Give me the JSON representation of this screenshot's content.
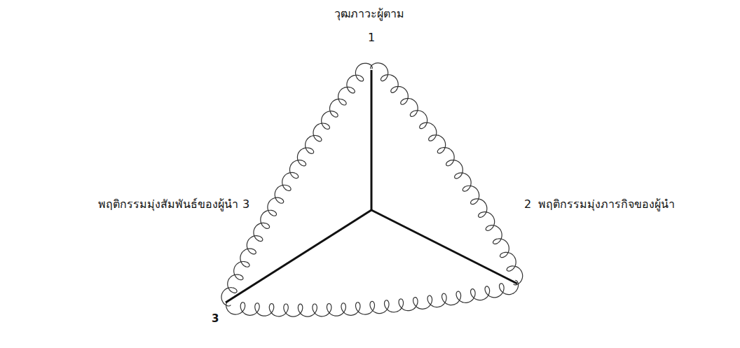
{
  "diagram": {
    "labels": [
      "วุฒภาวะผู้ตาม",
      "1",
      "พฤติกรรมมุ่งสัมพันธ์ของผู้นำ",
      "3",
      "2",
      "พฤติกรรมมุ่งภารกิจของผู้นำ",
      "3"
    ]
  }
}
